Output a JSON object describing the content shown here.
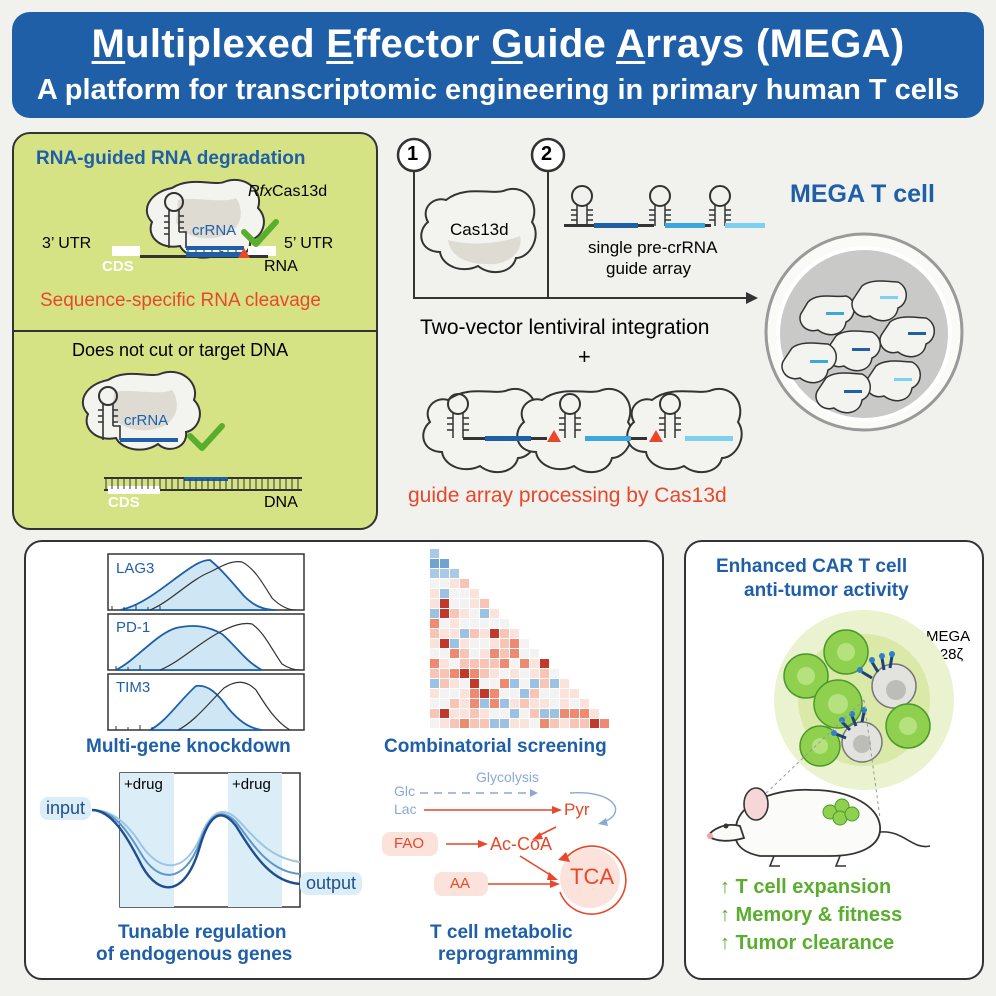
{
  "header": {
    "title_part1_ul": "M",
    "title_part1": "ultiplexed ",
    "title_part2_ul": "E",
    "title_part2": "ffector ",
    "title_part3_ul": "G",
    "title_part3": "uide ",
    "title_part4_ul": "A",
    "title_part4": "rrays  (MEGA)",
    "subtitle": "A platform for transcriptomic engineering in primary human T cells"
  },
  "rna_panel": {
    "title": "RNA-guided RNA degradation",
    "enzyme_italic": "Rfx",
    "enzyme_rest": "Cas13d",
    "crrna": "crRNA",
    "utr3": "3’ UTR",
    "utr5": "5’ UTR",
    "cds": "CDS",
    "rna": "RNA",
    "cleavage": "Sequence-specific RNA cleavage"
  },
  "dna_panel": {
    "title": "Does not cut or target DNA",
    "crrna": "crRNA",
    "cds": "CDS",
    "dna": "DNA"
  },
  "workflow": {
    "step1": "1",
    "step2": "2",
    "cas13d": "Cas13d",
    "array_line1": "single pre-crRNA",
    "array_line2": "guide array",
    "integration": "Two-vector lentiviral integration",
    "plus": "+",
    "processing": "guide array processing by Cas13d",
    "mega_cell": "MEGA T cell"
  },
  "knockdown": {
    "genes": [
      "LAG3",
      "PD-1",
      "TIM3"
    ],
    "caption": "Multi-gene knockdown"
  },
  "screening": {
    "caption": "Combinatorial screening"
  },
  "tunable": {
    "drug1": "+drug",
    "drug2": "+drug",
    "input": "input",
    "output": "output",
    "caption1": "Tunable regulation",
    "caption2": "of endogenous genes"
  },
  "metabolic": {
    "glc": "Glc",
    "lac": "Lac",
    "glycolysis": "Glycolysis",
    "pyr": "Pyr",
    "fao": "FAO",
    "acoa": "Ac-CoA",
    "aa": "AA",
    "tca": "TCA",
    "caption1": "T cell metabolic",
    "caption2": "reprogramming"
  },
  "car": {
    "title1": "Enhanced CAR T cell",
    "title2": "anti-tumor activity",
    "label1": "MEGA",
    "label2": "HA-28ζ",
    "benefits": [
      "↑ T cell expansion",
      "↑ Memory & fitness",
      "↑ Tumor clearance"
    ]
  },
  "colors": {
    "header_bg": "#1f5fa8",
    "panel_green": "#d6e385",
    "accent_red": "#e8472b",
    "accent_green": "#5aae2e",
    "guide_dark": "#1f5fa8",
    "guide_light": "#4fb3e0"
  }
}
